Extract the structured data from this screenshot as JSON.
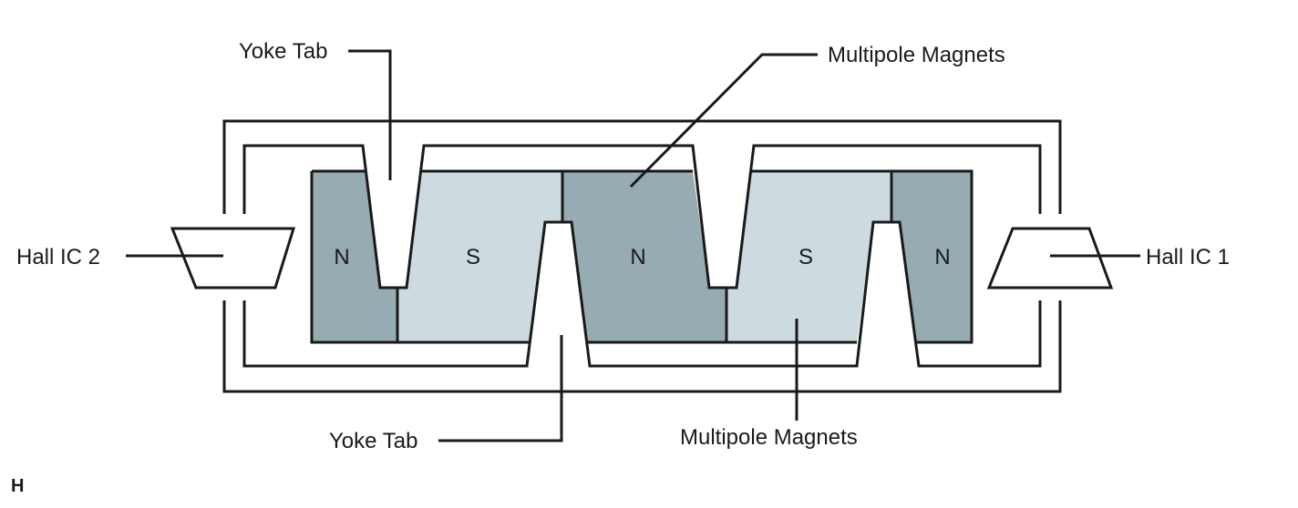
{
  "colors": {
    "north_pole": "#97abb2",
    "south_pole": "#cddbe0",
    "line": "#1a1a1a",
    "background": "#ffffff"
  },
  "labels": {
    "yoke_tab_top": "Yoke Tab",
    "yoke_tab_bottom": "Yoke Tab",
    "multipole_magnets_top": "Multipole Magnets",
    "multipole_magnets_bottom": "Multipole Magnets",
    "hall_ic_2": "Hall IC 2",
    "hall_ic_1": "Hall IC 1"
  },
  "poles": [
    "N",
    "S",
    "N",
    "S",
    "N"
  ],
  "figure_code": "H"
}
